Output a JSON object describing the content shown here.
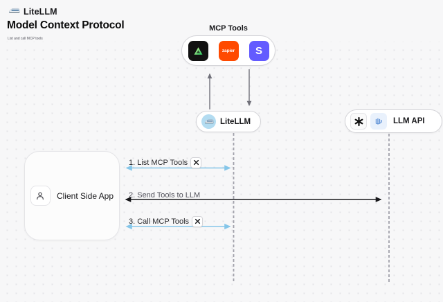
{
  "header": {
    "brand": "LiteLLM",
    "title": "Model Context Protocol",
    "subtitle": "List and call MCP tools"
  },
  "mcp": {
    "label": "MCP Tools",
    "zapier_text": "zapier",
    "stripe_text": "S",
    "icons": [
      "triangle-logo-icon",
      "zapier-icon",
      "stripe-icon"
    ]
  },
  "nodes": {
    "litellm": "LiteLLM",
    "llm_api": "LLM API",
    "client": "Client Side App"
  },
  "sequence": [
    {
      "label": "1. List MCP Tools",
      "badge": "tools-icon",
      "arrow_color": "#85c6e9",
      "direction": "both"
    },
    {
      "label": "2. Send Tools to LLM",
      "badge": null,
      "arrow_color": "#18181b",
      "direction": "both"
    },
    {
      "label": "3. Call MCP Tools",
      "badge": "tools-icon",
      "arrow_color": "#85c6e9",
      "direction": "both"
    }
  ],
  "icons": {
    "brand_logo": "train-icon",
    "litellm_node": "train-icon",
    "llm_api_node": [
      "openai-icon",
      "llm-provider-icon"
    ],
    "client_node": "user-icon"
  },
  "colors": {
    "background": "#f7f7f8",
    "arrow_blue": "#85c6e9",
    "arrow_black": "#18181b",
    "arrow_gray": "#71717a",
    "dashed_gray": "#a1a1aa",
    "zapier_orange": "#ff4a00",
    "stripe_indigo": "#635bff",
    "triangle_green": "#4ade80",
    "litellm_circle_blue": "#b3dcf1"
  }
}
